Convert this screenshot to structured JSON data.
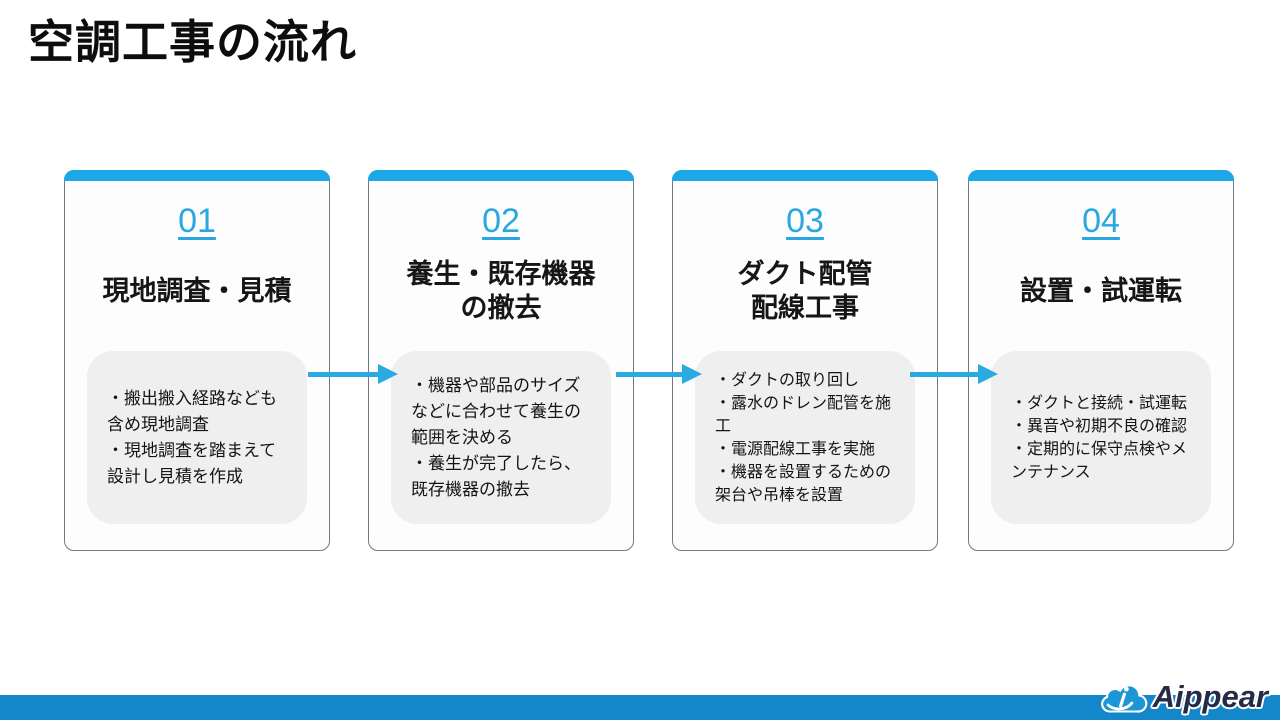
{
  "slide": {
    "title": "空調工事の流れ"
  },
  "steps": [
    {
      "number": "01",
      "title_lines": [
        "現地調査・見積"
      ],
      "bullets": [
        "・搬出搬入経路なども含め現地調査",
        "・現地調査を踏まえて設計し見積を作成"
      ]
    },
    {
      "number": "02",
      "title_lines": [
        "養生・既存機器",
        "の撤去"
      ],
      "bullets": [
        "・機器や部品のサイズなどに合わせて養生の範囲を決める",
        "・養生が完了したら、既存機器の撤去"
      ]
    },
    {
      "number": "03",
      "title_lines": [
        "ダクト配管",
        "配線工事"
      ],
      "bullets": [
        "・ダクトの取り回し",
        "・露水のドレン配管を施工",
        "・電源配線工事を実施",
        "・機器を設置するための架台や吊棒を設置"
      ]
    },
    {
      "number": "04",
      "title_lines": [
        "設置・試運転"
      ],
      "bullets": [
        "・ダクトと接続・試運転",
        "・異音や初期不良の確認",
        "・定期的に保守点検やメンテナンス"
      ]
    }
  ],
  "footer": {
    "logo_text": "Aippear",
    "logo_icon": "cloud-icon"
  },
  "colors": {
    "card_top_bar": "#1BA7E8",
    "number_link": "#2AA6E2",
    "arrow": "#29ABE2",
    "footer_bar": "#1487CA",
    "bubble_background": "#EFEFEF",
    "logo_navy": "#262B45",
    "logo_cloud_blue": "#1E96D6"
  }
}
